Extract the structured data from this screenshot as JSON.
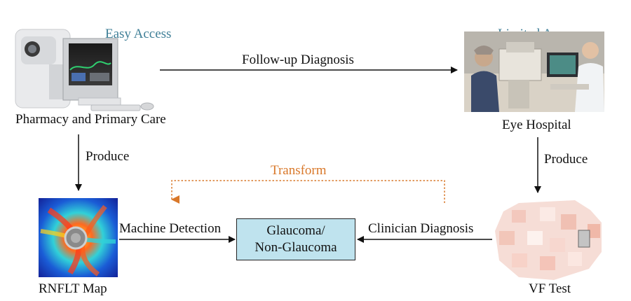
{
  "labels": {
    "easy_access": "Easy Access",
    "limited_access": "Limited Access",
    "pharmacy": "Pharmacy and Primary Care",
    "eye_hospital": "Eye Hospital",
    "followup": "Follow-up Diagnosis",
    "produce_left": "Produce",
    "produce_right": "Produce",
    "transform": "Transform",
    "machine_detection": "Machine Detection",
    "clinician_diagnosis": "Clinician Diagnosis",
    "rnflt_map": "RNFLT Map",
    "vf_test": "VF Test"
  },
  "result_box": {
    "line1": "Glaucoma/",
    "line2": "Non-Glaucoma"
  },
  "colors": {
    "accent_blue": "#3f7f97",
    "transform_orange": "#d9782a",
    "box_fill": "#bfe3ee"
  }
}
